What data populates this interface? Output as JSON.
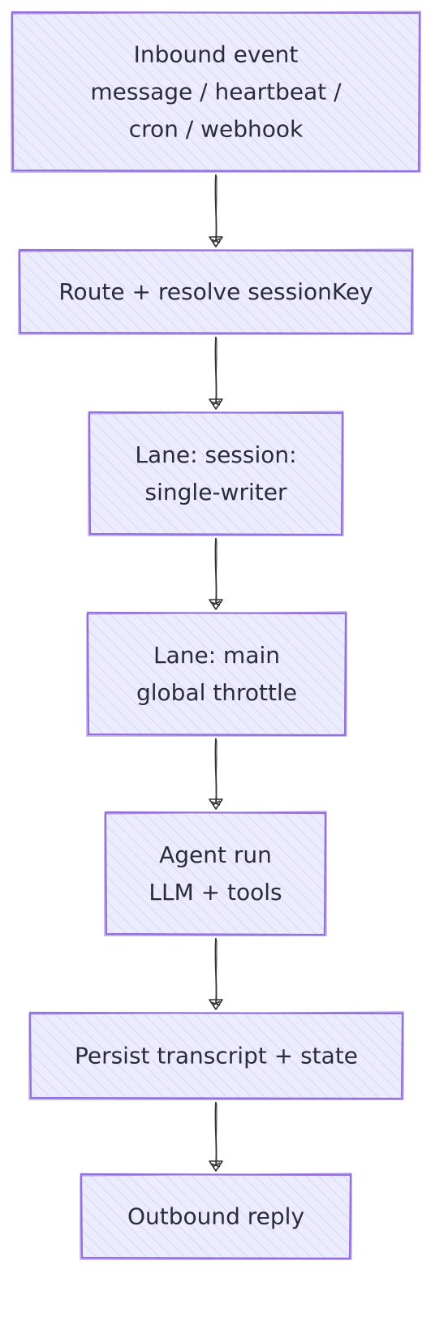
{
  "diagram": {
    "nodes": [
      {
        "id": "inbound",
        "lines": [
          "Inbound event",
          "message / heartbeat /",
          "cron / webhook"
        ]
      },
      {
        "id": "route",
        "lines": [
          "Route + resolve sessionKey"
        ]
      },
      {
        "id": "lane-session",
        "lines": [
          "Lane: session:",
          "single-writer"
        ]
      },
      {
        "id": "lane-main",
        "lines": [
          "Lane: main",
          "global throttle"
        ]
      },
      {
        "id": "agent-run",
        "lines": [
          "Agent run",
          "LLM + tools"
        ]
      },
      {
        "id": "persist",
        "lines": [
          "Persist transcript + state"
        ]
      },
      {
        "id": "outbound",
        "lines": [
          "Outbound reply"
        ]
      }
    ],
    "edges": [
      {
        "from": "inbound",
        "to": "route"
      },
      {
        "from": "route",
        "to": "lane-session"
      },
      {
        "from": "lane-session",
        "to": "lane-main"
      },
      {
        "from": "lane-main",
        "to": "agent-run"
      },
      {
        "from": "agent-run",
        "to": "persist"
      },
      {
        "from": "persist",
        "to": "outbound"
      }
    ],
    "colors": {
      "node_fill": "#ECECFF",
      "node_stroke": "#9370DB",
      "hatch": "#C9C2F0",
      "edge": "#333333",
      "text": "#2B2B3A"
    }
  }
}
